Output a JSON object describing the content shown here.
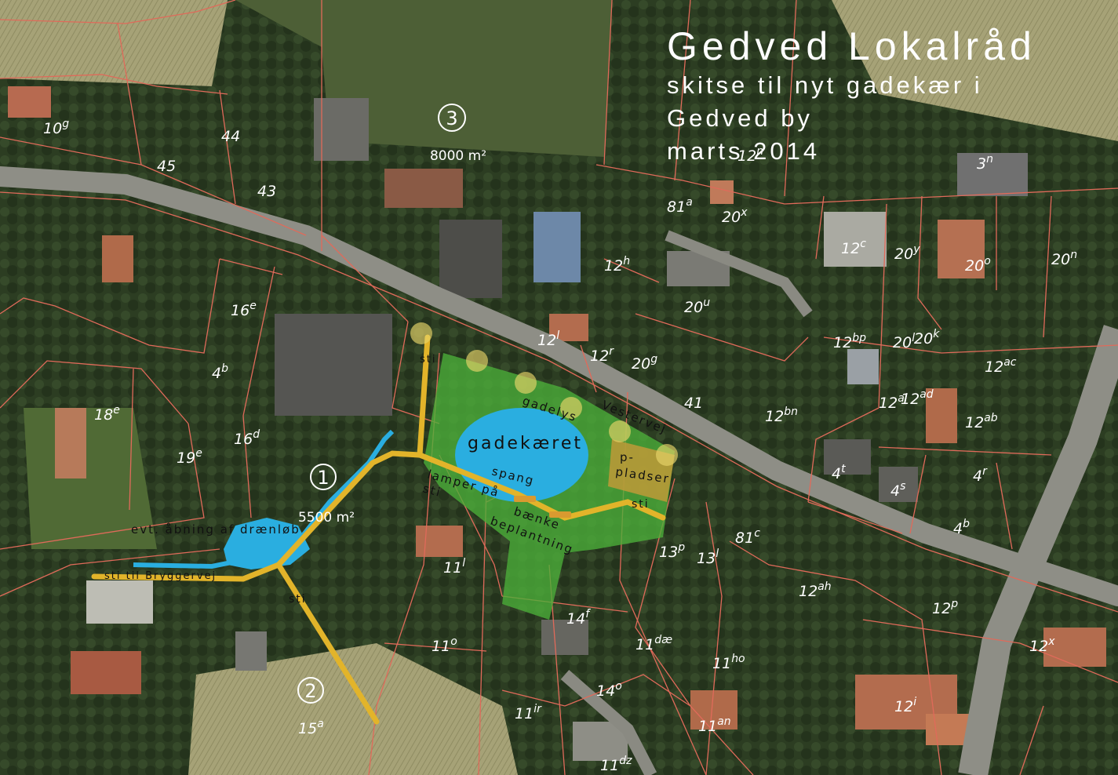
{
  "title": {
    "main": "Gedved Lokalråd",
    "line1": "skitse til nyt gadekær i",
    "line2": "Gedved by",
    "line3": "marts 2014"
  },
  "areas": [
    {
      "number": "1",
      "size": "5500 m²"
    },
    {
      "number": "2",
      "size": ""
    },
    {
      "number": "3",
      "size": "8000 m²"
    }
  ],
  "plan_labels": {
    "pond": "gadekæret",
    "street_lights": "gadelys",
    "street": "Vestervej",
    "parking": "p-\npladser",
    "bridge": "spang",
    "lamps_on_path": "lamper på\nsti",
    "benches": "bænke",
    "planting": "beplantning",
    "path": "sti",
    "drain_opening": "evt. åbning af drænløb",
    "path_to": "sti til Bryggervej"
  },
  "parcels": [
    "10g",
    "45",
    "44",
    "43",
    "18e",
    "19e",
    "16d",
    "16e",
    "4b",
    "11l",
    "11o",
    "15a",
    "12h",
    "12l",
    "12r",
    "20g",
    "41",
    "12bn",
    "81a",
    "20x",
    "12c",
    "20y",
    "20o",
    "20n",
    "3n",
    "12n",
    "12bp",
    "20l",
    "20k",
    "12ac",
    "12al",
    "12ad",
    "12ab",
    "4t",
    "4s",
    "4r",
    "4b",
    "81c",
    "13p",
    "13l",
    "12ah",
    "12p",
    "12x",
    "14f",
    "11dæ",
    "11ho",
    "14o",
    "11ir",
    "11an",
    "11dz",
    "12i",
    "20u"
  ],
  "colors": {
    "green_area": "#4caf3a",
    "water": "#2aaee0",
    "path": "#e2b42a",
    "parking": "#c79a38",
    "parcel_lines": "#e06a5a",
    "road": "#8e8e86"
  }
}
